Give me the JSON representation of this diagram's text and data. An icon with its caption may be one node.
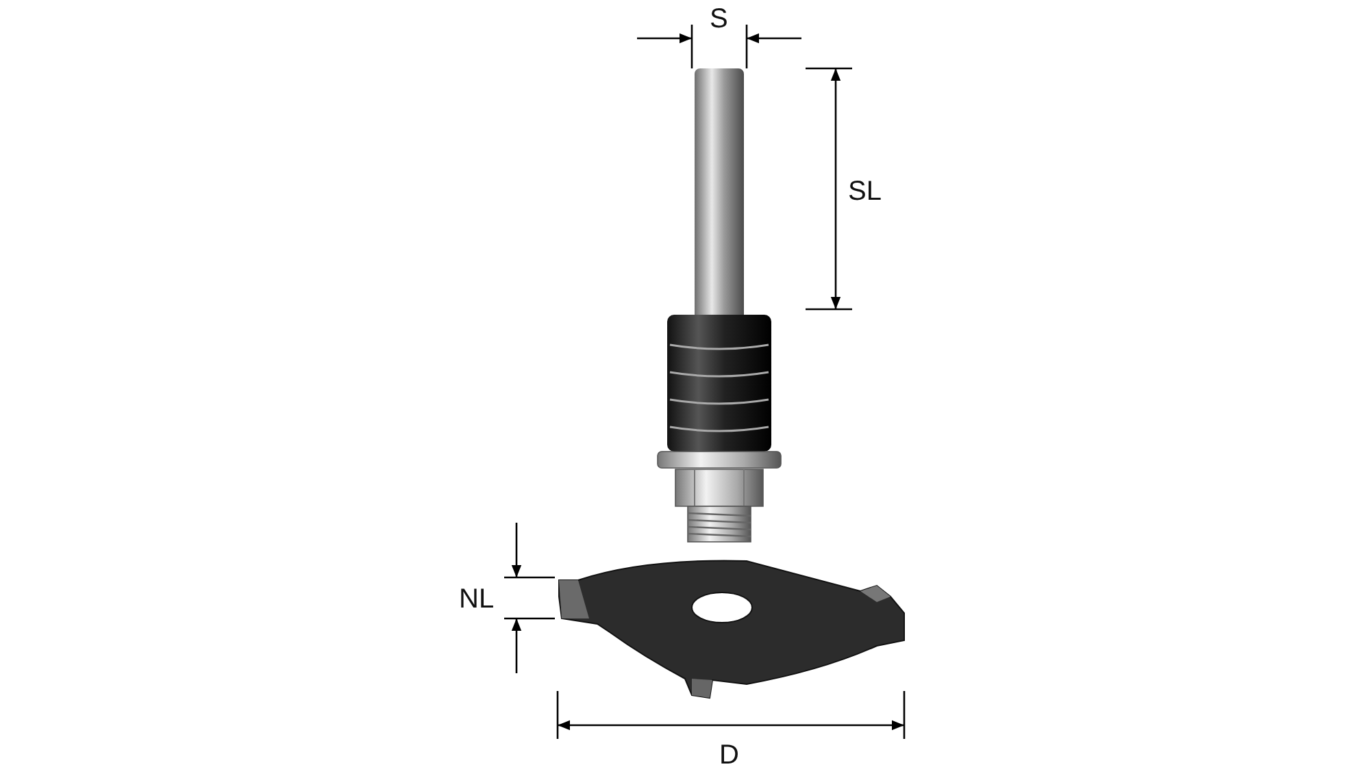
{
  "diagram": {
    "labels": [
      "S",
      "SL",
      "NL",
      "D"
    ]
  }
}
